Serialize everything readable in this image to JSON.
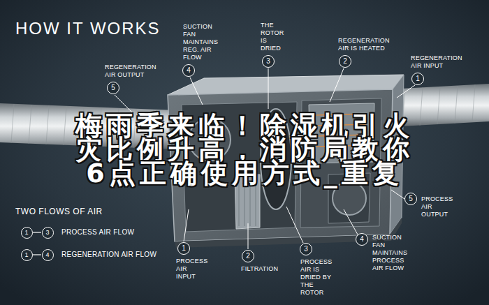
{
  "diagram": {
    "title": "HOW IT WORKS",
    "nodes": [
      {
        "text": [
          "5",
          "REGENERATION AIR OUTPUT"
        ]
      },
      {
        "text": [
          "4",
          "SUCTION FAN MAINTAINS REG. AIR FLOW"
        ]
      },
      {
        "text": [
          "3",
          "THE ROTOR IS DRIED"
        ]
      },
      {
        "text": [
          "2",
          "REGENERATION AIR IS HEATED"
        ]
      },
      {
        "text": [
          "1",
          "REGENERATION AIR INPUT"
        ]
      },
      {
        "text": [
          "5",
          "PROCESS AIR OUTPUT"
        ]
      },
      {
        "text": [
          "4",
          "SUCTION FAN MAINTAINS PROCESS AIR FLOW"
        ]
      },
      {
        "text": [
          "1",
          "PROCESS AIR INPUT"
        ]
      },
      {
        "text": [
          "2",
          "FILTRATION"
        ]
      },
      {
        "text": [
          "3",
          "PROCESS AIR IS DRIED BY THE ROTOR"
        ]
      }
    ],
    "labels": [
      "梅雨季来临！除湿机引火灾比例升高，消防局教你6点正确使用方式_重复",
      "TWO FLOWS OF AIR",
      "1",
      "3",
      "1",
      "4"
    ],
    "legend": [
      {
        "text": "PROCESS AIR FLOW"
      },
      {
        "text": "REGENERATION AIR FLOW"
      }
    ]
  }
}
